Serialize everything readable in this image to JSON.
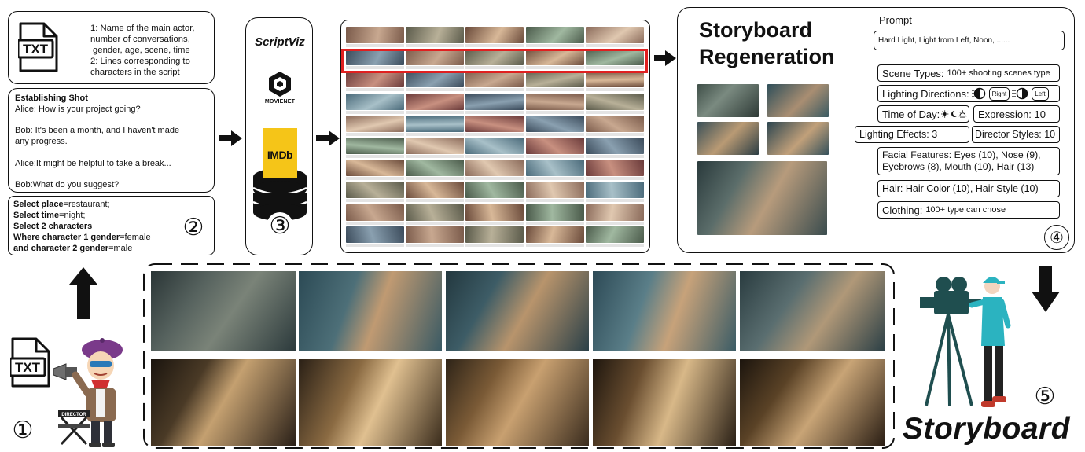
{
  "step1": {
    "number": "①",
    "file_label": "TXT",
    "chair_label": "DIRECTOR"
  },
  "step2": {
    "number": "②",
    "file_label": "TXT",
    "instruction_lines": [
      "1: Name of the main actor,",
      "number of conversations,",
      " gender, age, scene, time",
      "2: Lines corresponding to",
      "characters in the script"
    ],
    "script_heading": "Establishing Shot",
    "script_lines": [
      "Alice: How is your project going?",
      "",
      "Bob: It's been a month, and I haven't made",
      "any progress.",
      "",
      "Alice:It might be helpful to take a break...",
      "",
      "Bob:What do you suggest?"
    ],
    "query": [
      {
        "bold": "Select place",
        "rest": "=restaurant;"
      },
      {
        "bold": "Select time",
        "rest": "=night;"
      },
      {
        "bold": "Select 2 characters",
        "rest": ""
      },
      {
        "bold": "Where character 1 gender",
        "rest": "=female"
      },
      {
        "bold": "and character 2 gender",
        "rest": "=male"
      }
    ]
  },
  "step3": {
    "number": "③",
    "title": "ScriptViz",
    "logo1_label": "MOVIENET",
    "logo2_label": "IMDb"
  },
  "step4": {
    "number": "④",
    "title_line1": "Storyboard",
    "title_line2": "Regeneration",
    "prompt_label": "Prompt",
    "prompt_value": "Hard Light, Light from Left, Noon, ......",
    "scene_types": {
      "label": "Scene Types:",
      "value": "100+ shooting scenes type"
    },
    "lighting_directions": {
      "label": "Lighting Directions:",
      "right": "Right",
      "left": "Left"
    },
    "time_of_day": {
      "label": "Time of Day:"
    },
    "expression": "Expression: 10",
    "lighting_effects": "Lighting Effects: 3",
    "director_styles": "Director Styles: 10",
    "facial_line1": "Facial Features: Eyes (10), Nose (9),",
    "facial_line2": "Eyebrows (8), Mouth (10), Hair (13)",
    "hair": "Hair: Hair Color (10), Hair Style (10)",
    "clothing": {
      "label": "Clothing:",
      "value": "100+ type can chose"
    }
  },
  "step5": {
    "number": "⑤",
    "title": "Storyboard"
  },
  "colors": {
    "highlight": "#e02020",
    "ink": "#111111",
    "camera": "#1f4e4f",
    "person_shirt": "#2bb3c0"
  },
  "icons": [
    "txt-file-icon",
    "director-icon",
    "camera-operator-icon",
    "database-icon",
    "arrow-icon",
    "sun-icon",
    "moon-icon",
    "sunset-icon"
  ]
}
